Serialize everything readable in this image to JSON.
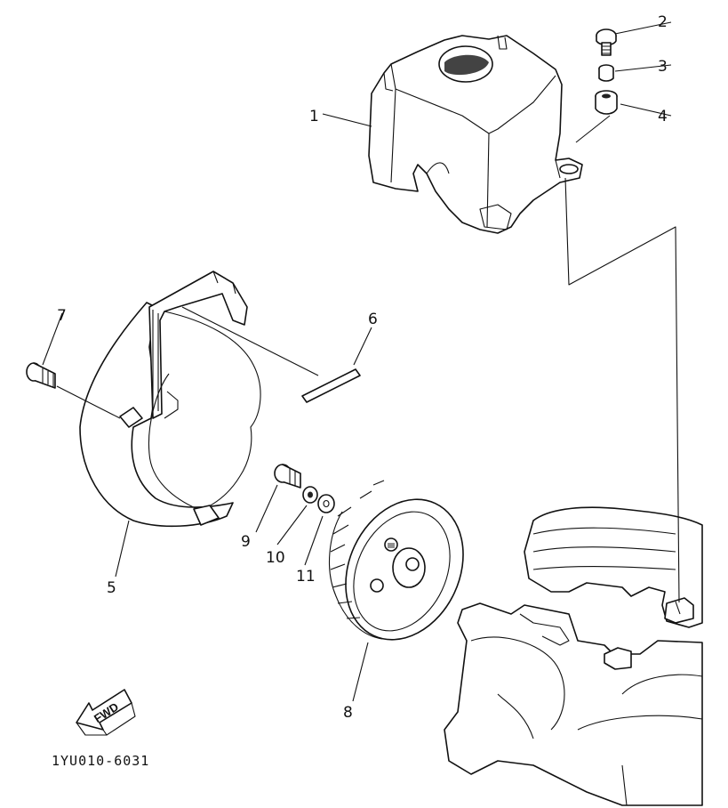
{
  "diagram": {
    "callouts": [
      {
        "id": "c1",
        "label": "1"
      },
      {
        "id": "c2",
        "label": "2"
      },
      {
        "id": "c3",
        "label": "3"
      },
      {
        "id": "c4",
        "label": "4"
      },
      {
        "id": "c5",
        "label": "5"
      },
      {
        "id": "c6",
        "label": "6"
      },
      {
        "id": "c7",
        "label": "7"
      },
      {
        "id": "c8",
        "label": "8"
      },
      {
        "id": "c9",
        "label": "9"
      },
      {
        "id": "c10",
        "label": "10"
      },
      {
        "id": "c11",
        "label": "11"
      }
    ],
    "forward_arrow_label": "FWD",
    "drawing_code": "1YU010-6031"
  }
}
